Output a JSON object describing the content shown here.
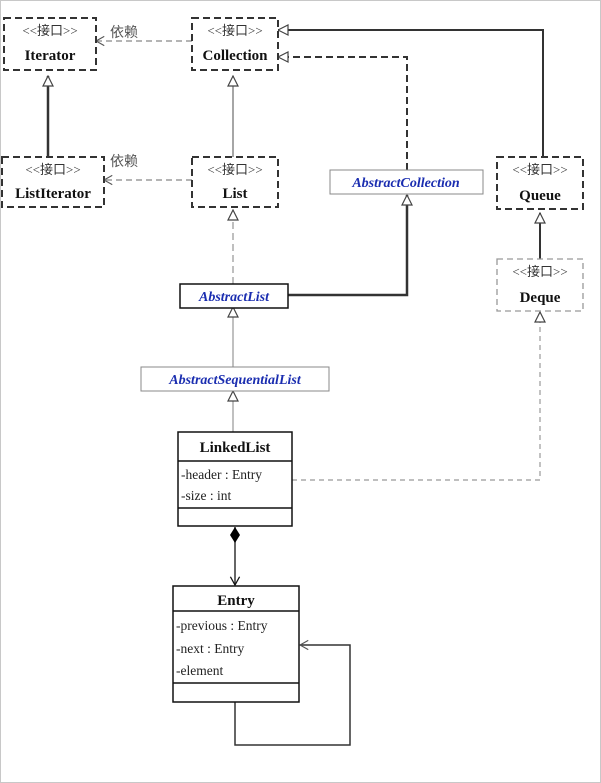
{
  "stereotype": "<<接口>>",
  "dependency_label": "依赖",
  "interfaces": {
    "iterator": "Iterator",
    "collection": "Collection",
    "list_iterator": "ListIterator",
    "list": "List",
    "queue": "Queue",
    "deque": "Deque"
  },
  "abstract_classes": {
    "abstract_collection": "AbstractCollection",
    "abstract_list": "AbstractList",
    "abstract_sequential_list": "AbstractSequentialList"
  },
  "linked_list": {
    "name": "LinkedList",
    "attributes": [
      "-header : Entry",
      "-size : int"
    ]
  },
  "entry": {
    "name": "Entry",
    "attributes": [
      "-previous : Entry",
      "-next : Entry",
      "-element"
    ]
  }
}
